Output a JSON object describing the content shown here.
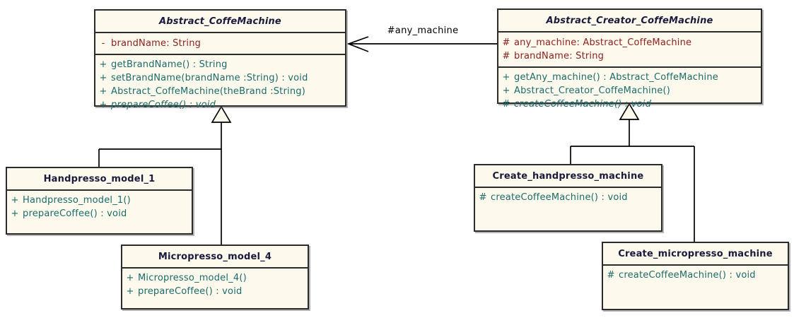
{
  "diagram": {
    "type": "uml-class-diagram",
    "association": {
      "label": "#any_machine"
    },
    "colors": {
      "box_fill": "#fdf9ec",
      "box_border": "#2b2b2b",
      "title_text": "#1a1a3c",
      "attribute_text": "#8e2020",
      "method_text": "#1d6b6b",
      "connector_line": "#000000"
    },
    "classes": [
      {
        "name": "Abstract_CoffeMachine",
        "abstract": true,
        "attributes": [
          {
            "vis": "-",
            "text": "brandName: String"
          }
        ],
        "methods": [
          {
            "vis": "+",
            "text": "getBrandName() : String"
          },
          {
            "vis": "+",
            "text": "setBrandName(brandName :String) : void"
          },
          {
            "vis": "+",
            "text": "Abstract_CoffeMachine(theBrand :String)"
          },
          {
            "vis": "+",
            "text": "prepareCoffee() : void",
            "italic": true
          }
        ]
      },
      {
        "name": "Abstract_Creator_CoffeMachine",
        "abstract": true,
        "attributes": [
          {
            "vis": "#",
            "text": "any_machine: Abstract_CoffeMachine"
          },
          {
            "vis": "#",
            "text": "brandName: String"
          }
        ],
        "methods": [
          {
            "vis": "+",
            "text": "getAny_machine() : Abstract_CoffeMachine"
          },
          {
            "vis": "+",
            "text": "Abstract_Creator_CoffeMachine()"
          },
          {
            "vis": "#",
            "text": "createCoffeeMachine() : void",
            "italic": true
          }
        ]
      },
      {
        "name": "Handpresso_model_1",
        "abstract": false,
        "attributes": [],
        "methods": [
          {
            "vis": "+",
            "text": "Handpresso_model_1()"
          },
          {
            "vis": "+",
            "text": "prepareCoffee() : void"
          }
        ]
      },
      {
        "name": "Micropresso_model_4",
        "abstract": false,
        "attributes": [],
        "methods": [
          {
            "vis": "+",
            "text": "Micropresso_model_4()"
          },
          {
            "vis": "+",
            "text": "prepareCoffee() : void"
          }
        ]
      },
      {
        "name": "Create_handpresso_machine",
        "abstract": false,
        "attributes": [],
        "methods": [
          {
            "vis": "#",
            "text": "createCoffeeMachine() : void"
          }
        ]
      },
      {
        "name": "Create_micropresso_machine",
        "abstract": false,
        "attributes": [],
        "methods": [
          {
            "vis": "#",
            "text": "createCoffeeMachine() : void"
          }
        ]
      }
    ],
    "relationships": [
      {
        "kind": "association",
        "from": "Abstract_Creator_CoffeMachine",
        "to": "Abstract_CoffeMachine",
        "label": "#any_machine"
      },
      {
        "kind": "generalization",
        "from": "Handpresso_model_1",
        "to": "Abstract_CoffeMachine"
      },
      {
        "kind": "generalization",
        "from": "Micropresso_model_4",
        "to": "Abstract_CoffeMachine"
      },
      {
        "kind": "generalization",
        "from": "Create_handpresso_machine",
        "to": "Abstract_Creator_CoffeMachine"
      },
      {
        "kind": "generalization",
        "from": "Create_micropresso_machine",
        "to": "Abstract_Creator_CoffeMachine"
      }
    ]
  }
}
